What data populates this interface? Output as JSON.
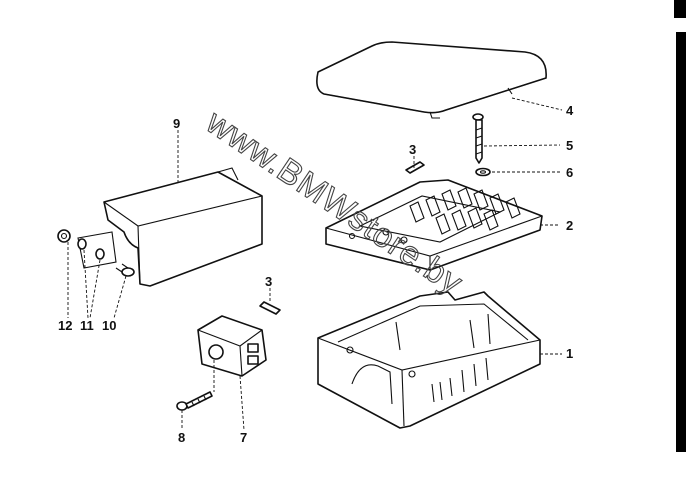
{
  "watermark": "www.BMWstore.by",
  "callouts": [
    {
      "id": "1",
      "label": "1"
    },
    {
      "id": "2",
      "label": "2"
    },
    {
      "id": "3a",
      "label": "3"
    },
    {
      "id": "3b",
      "label": "3"
    },
    {
      "id": "4",
      "label": "4"
    },
    {
      "id": "5",
      "label": "5"
    },
    {
      "id": "6",
      "label": "6"
    },
    {
      "id": "7",
      "label": "7"
    },
    {
      "id": "8",
      "label": "8"
    },
    {
      "id": "9",
      "label": "9"
    },
    {
      "id": "10",
      "label": "10"
    },
    {
      "id": "11",
      "label": "11"
    },
    {
      "id": "12",
      "label": "12"
    }
  ]
}
